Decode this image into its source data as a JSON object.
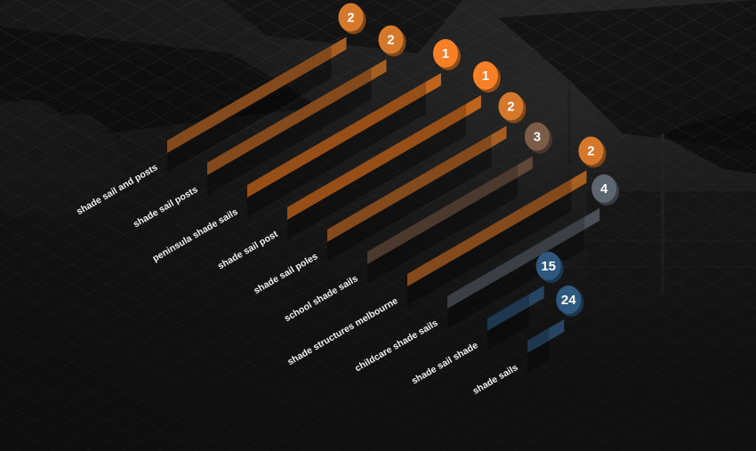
{
  "chart_data": {
    "type": "bar",
    "orientation": "isometric-ranking",
    "categories": [
      "shade sail and posts",
      "shade sail posts",
      "peninsula shade sails",
      "shade sail post",
      "shade sail poles",
      "school shade sails",
      "shade structures melbourne",
      "childcare shade sails",
      "shade sail shade",
      "shade sails"
    ],
    "values": [
      2,
      2,
      1,
      1,
      2,
      3,
      2,
      4,
      15,
      24
    ],
    "bar_colors": [
      "#d6782c",
      "#d6782c",
      "#f58025",
      "#f58025",
      "#d6782c",
      "#7a5c48",
      "#d6782c",
      "#5d6670",
      "#2f587e",
      "#2f587e"
    ],
    "badge_colors": [
      "#d6782c",
      "#d6782c",
      "#f58025",
      "#f58025",
      "#d6782c",
      "#7a5c48",
      "#d6782c",
      "#5d6670",
      "#2f587e",
      "#2f587e"
    ],
    "title": "",
    "xlabel": "",
    "ylabel": "",
    "background": "dark photo of shade sails with isometric grid overlay",
    "colors": {
      "orange": "#d6782c",
      "bright_orange": "#f58025",
      "brown": "#7a5c48",
      "slate": "#5d6670",
      "blue": "#2f587e",
      "label": "#f2f2f2"
    }
  }
}
